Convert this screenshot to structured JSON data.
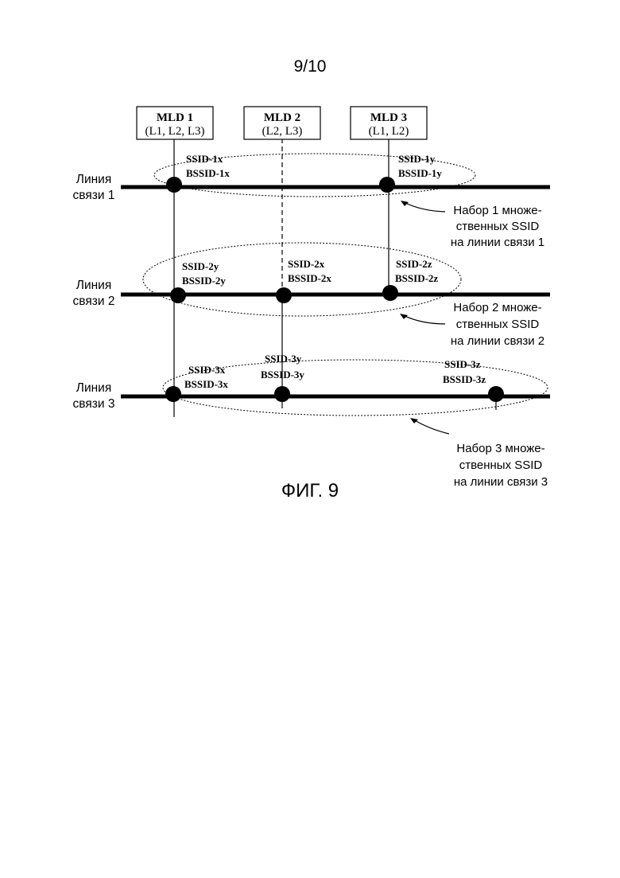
{
  "page_number": "9/10",
  "figure_caption": "ФИГ. 9",
  "mlds": [
    {
      "name": "MLD 1",
      "links": "(L1, L2, L3)"
    },
    {
      "name": "MLD 2",
      "links": "(L2, L3)"
    },
    {
      "name": "MLD 3",
      "links": "(L1, L2)"
    }
  ],
  "links": [
    {
      "label_line1": "Линия",
      "label_line2": "связи 1"
    },
    {
      "label_line1": "Линия",
      "label_line2": "связи 2"
    },
    {
      "label_line1": "Линия",
      "label_line2": "связи 3"
    }
  ],
  "access_points": [
    {
      "ssid": "SSID-1x",
      "bssid": "BSSID-1x"
    },
    {
      "ssid": "SSID-1y",
      "bssid": "BSSID-1y"
    },
    {
      "ssid": "SSID-2y",
      "bssid": "BSSID-2y"
    },
    {
      "ssid": "SSID-2x",
      "bssid": "BSSID-2x"
    },
    {
      "ssid": "SSID-2z",
      "bssid": "BSSID-2z"
    },
    {
      "ssid": "SSID-3x",
      "bssid": "BSSID-3x"
    },
    {
      "ssid": "SSID-3y",
      "bssid": "BSSID-3y"
    },
    {
      "ssid": "SSID-3z",
      "bssid": "BSSID-3z"
    }
  ],
  "sets": [
    {
      "line1": "Набор 1 множе-",
      "line2": "ственных SSID",
      "line3": "на линии связи 1"
    },
    {
      "line1": "Набор 2 множе-",
      "line2": "ственных SSID",
      "line3": "на линии связи 2"
    },
    {
      "line1": "Набор 3 множе-",
      "line2": "ственных SSID",
      "line3": "на линии связи 3"
    }
  ]
}
